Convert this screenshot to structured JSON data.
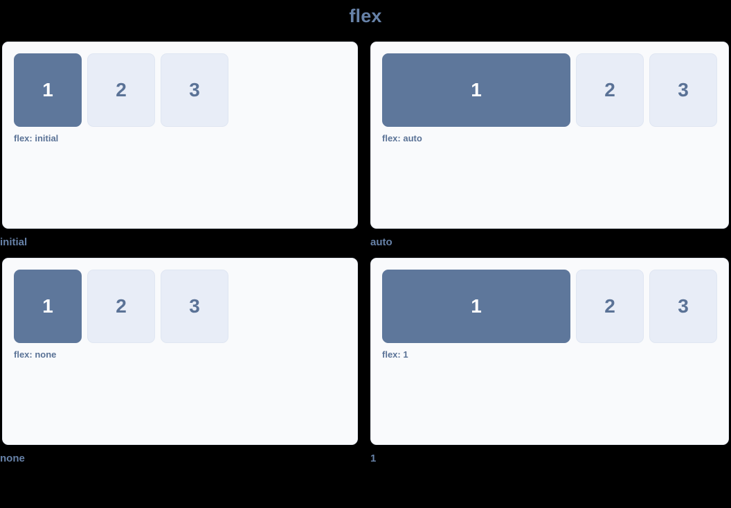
{
  "page": {
    "title": "flex",
    "background_color": "#000000",
    "title_color": "#6782a8"
  },
  "theme": {
    "panel_bg": "#f9fafc",
    "panel_border": "#e6eaf2",
    "box_primary_bg": "#5e779b",
    "box_primary_text": "#ffffff",
    "box_plain_bg": "#e8edf7",
    "box_plain_border": "#dfe6f2",
    "box_plain_text": "#5a7296",
    "label_color": "#5a7296",
    "caption_color": "#6782a8"
  },
  "demos": [
    {
      "caption": "initial",
      "flex_label": "flex: initial",
      "boxes": [
        {
          "number": "1",
          "style": "primary",
          "sizing": "basis"
        },
        {
          "number": "2",
          "style": "plain",
          "sizing": "basis"
        },
        {
          "number": "3",
          "style": "plain",
          "sizing": "basis"
        }
      ]
    },
    {
      "caption": "auto",
      "flex_label": "flex: auto",
      "boxes": [
        {
          "number": "1",
          "style": "primary",
          "sizing": "grow"
        },
        {
          "number": "2",
          "style": "plain",
          "sizing": "fixed"
        },
        {
          "number": "3",
          "style": "plain",
          "sizing": "fixed"
        }
      ]
    },
    {
      "caption": "none",
      "flex_label": "flex: none",
      "boxes": [
        {
          "number": "1",
          "style": "primary",
          "sizing": "fixed"
        },
        {
          "number": "2",
          "style": "plain",
          "sizing": "fixed"
        },
        {
          "number": "3",
          "style": "plain",
          "sizing": "fixed"
        }
      ]
    },
    {
      "caption": "1",
      "flex_label": "flex: 1",
      "boxes": [
        {
          "number": "1",
          "style": "primary",
          "sizing": "grow"
        },
        {
          "number": "2",
          "style": "plain",
          "sizing": "fixed"
        },
        {
          "number": "3",
          "style": "plain",
          "sizing": "fixed"
        }
      ]
    }
  ]
}
